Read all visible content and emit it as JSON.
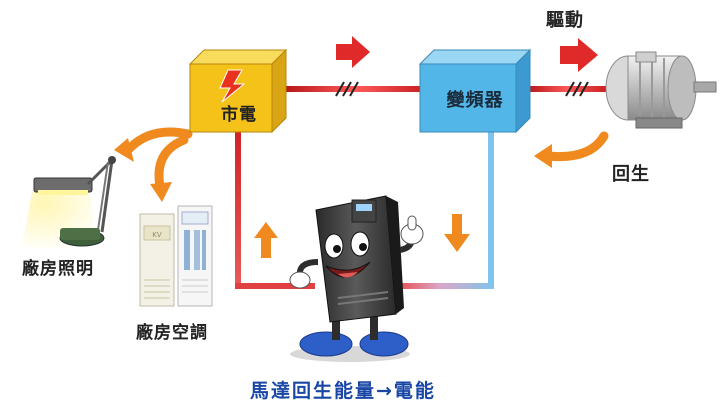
{
  "labels": {
    "drive": "驅動",
    "regen": "回生",
    "mains": "市電",
    "inverter": "變頻器",
    "factory_lighting": "廠房照明",
    "factory_ac": "廠房空調",
    "caption": "馬達回生能量→電能"
  },
  "colors": {
    "mains_box": "#f5c21a",
    "inverter_box": "#52b6e8",
    "red_line": "#e02a2a",
    "blue_line": "#7fc4ee",
    "orange_arrow": "#f08a1e",
    "caption_text": "#1a47a6"
  },
  "icons": [
    "lightning-icon",
    "motor-icon",
    "desk-lamp-icon",
    "air-conditioner-icon",
    "inverter-mascot-icon"
  ]
}
